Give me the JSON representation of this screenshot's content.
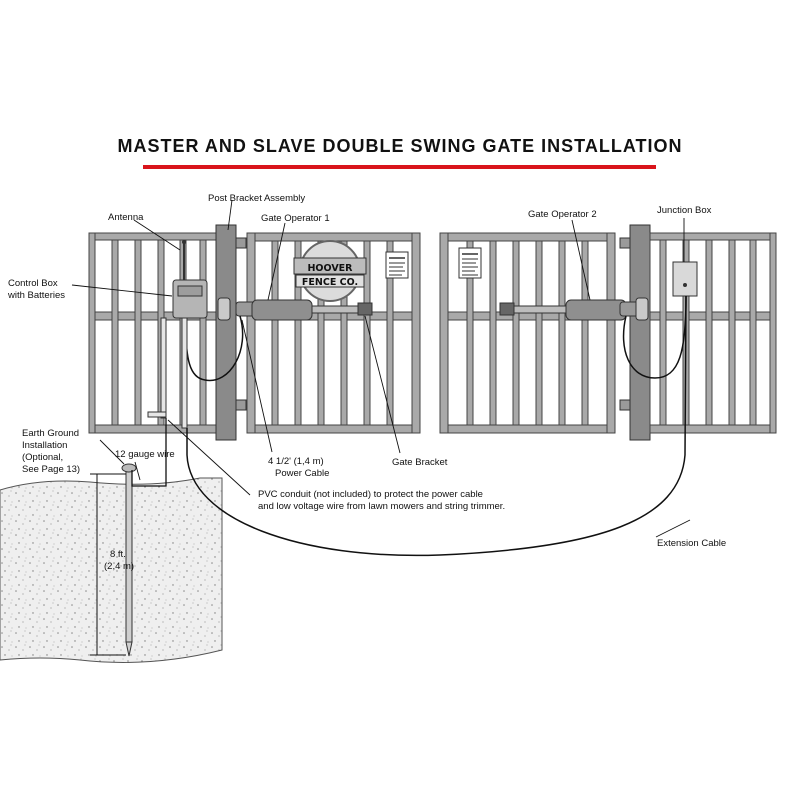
{
  "title": "MASTER AND SLAVE DOUBLE SWING GATE INSTALLATION",
  "colors": {
    "accent_rule": "#d9141b",
    "gate_gray": "#a9a9a9",
    "frame_gray": "#7c7c7c",
    "soil": "#eeeeee"
  },
  "logo": {
    "line1": "HOOVER",
    "line2": "FENCE CO."
  },
  "labels": {
    "post_bracket": "Post Bracket Assembly",
    "antenna": "Antenna",
    "gate_operator_1": "Gate Operator 1",
    "gate_operator_2": "Gate Operator 2",
    "junction_box": "Junction Box",
    "control_box_1": "Control Box",
    "control_box_2": "with Batteries",
    "earth_ground_1": "Earth Ground",
    "earth_ground_2": "Installation",
    "earth_ground_3": "(Optional,",
    "earth_ground_4": "See Page 13)",
    "gauge_wire": "12 gauge wire",
    "power_cable_1": "4 1/2' (1,4 m)",
    "power_cable_2": "Power Cable",
    "gate_bracket": "Gate Bracket",
    "pvc_1": "PVC conduit (not included) to protect the power cable",
    "pvc_2": "and low voltage wire from lawn mowers and string trimmer.",
    "extension_cable": "Extension Cable",
    "depth_1": "8 ft.",
    "depth_2": "(2,4 m)"
  }
}
